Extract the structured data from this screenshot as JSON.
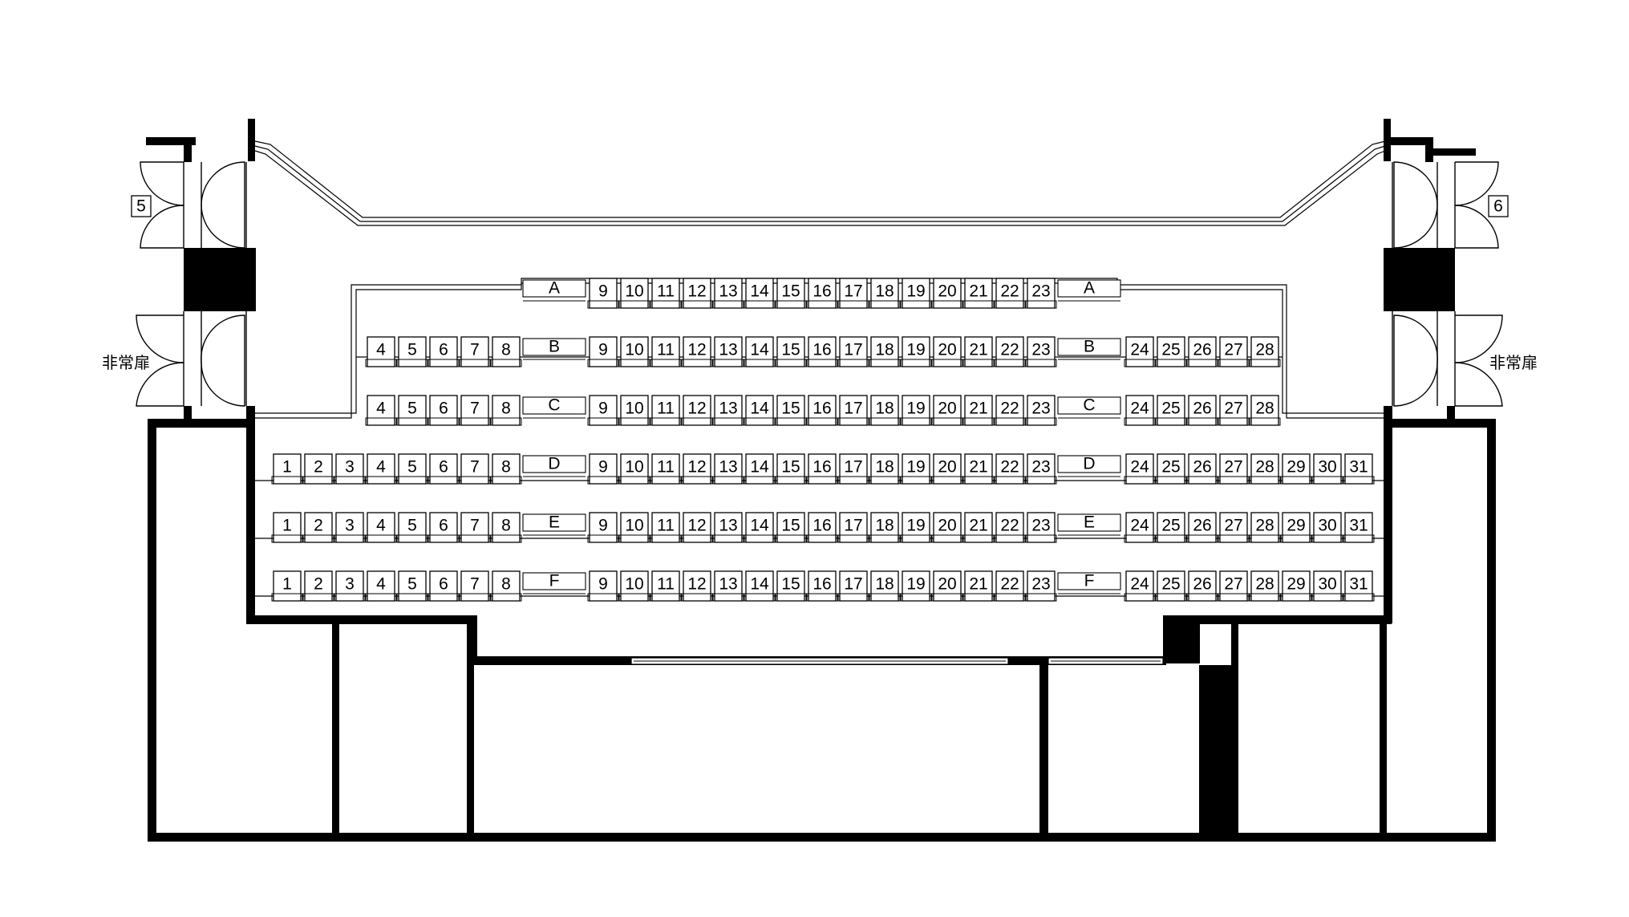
{
  "plan": {
    "rows": [
      {
        "label": "A",
        "seats": [
          [],
          [
            9,
            10,
            11,
            12,
            13,
            14,
            15,
            16,
            17,
            18,
            19,
            20,
            21,
            22,
            23
          ],
          []
        ]
      },
      {
        "label": "B",
        "seats": [
          [
            4,
            5,
            6,
            7,
            8
          ],
          [
            9,
            10,
            11,
            12,
            13,
            14,
            15,
            16,
            17,
            18,
            19,
            20,
            21,
            22,
            23
          ],
          [
            24,
            25,
            26,
            27,
            28
          ]
        ]
      },
      {
        "label": "C",
        "seats": [
          [
            4,
            5,
            6,
            7,
            8
          ],
          [
            9,
            10,
            11,
            12,
            13,
            14,
            15,
            16,
            17,
            18,
            19,
            20,
            21,
            22,
            23
          ],
          [
            24,
            25,
            26,
            27,
            28
          ]
        ]
      },
      {
        "label": "D",
        "seats": [
          [
            1,
            2,
            3,
            4,
            5,
            6,
            7,
            8
          ],
          [
            9,
            10,
            11,
            12,
            13,
            14,
            15,
            16,
            17,
            18,
            19,
            20,
            21,
            22,
            23
          ],
          [
            24,
            25,
            26,
            27,
            28,
            29,
            30,
            31
          ]
        ]
      },
      {
        "label": "E",
        "seats": [
          [
            1,
            2,
            3,
            4,
            5,
            6,
            7,
            8
          ],
          [
            9,
            10,
            11,
            12,
            13,
            14,
            15,
            16,
            17,
            18,
            19,
            20,
            21,
            22,
            23
          ],
          [
            24,
            25,
            26,
            27,
            28,
            29,
            30,
            31
          ]
        ]
      },
      {
        "label": "F",
        "seats": [
          [
            1,
            2,
            3,
            4,
            5,
            6,
            7,
            8
          ],
          [
            9,
            10,
            11,
            12,
            13,
            14,
            15,
            16,
            17,
            18,
            19,
            20,
            21,
            22,
            23
          ],
          [
            24,
            25,
            26,
            27,
            28,
            29,
            30,
            31
          ]
        ]
      }
    ],
    "door_left_number": "5",
    "door_right_number": "6",
    "emergency_exit_left": "非常扉",
    "emergency_exit_right": "非常扉"
  }
}
